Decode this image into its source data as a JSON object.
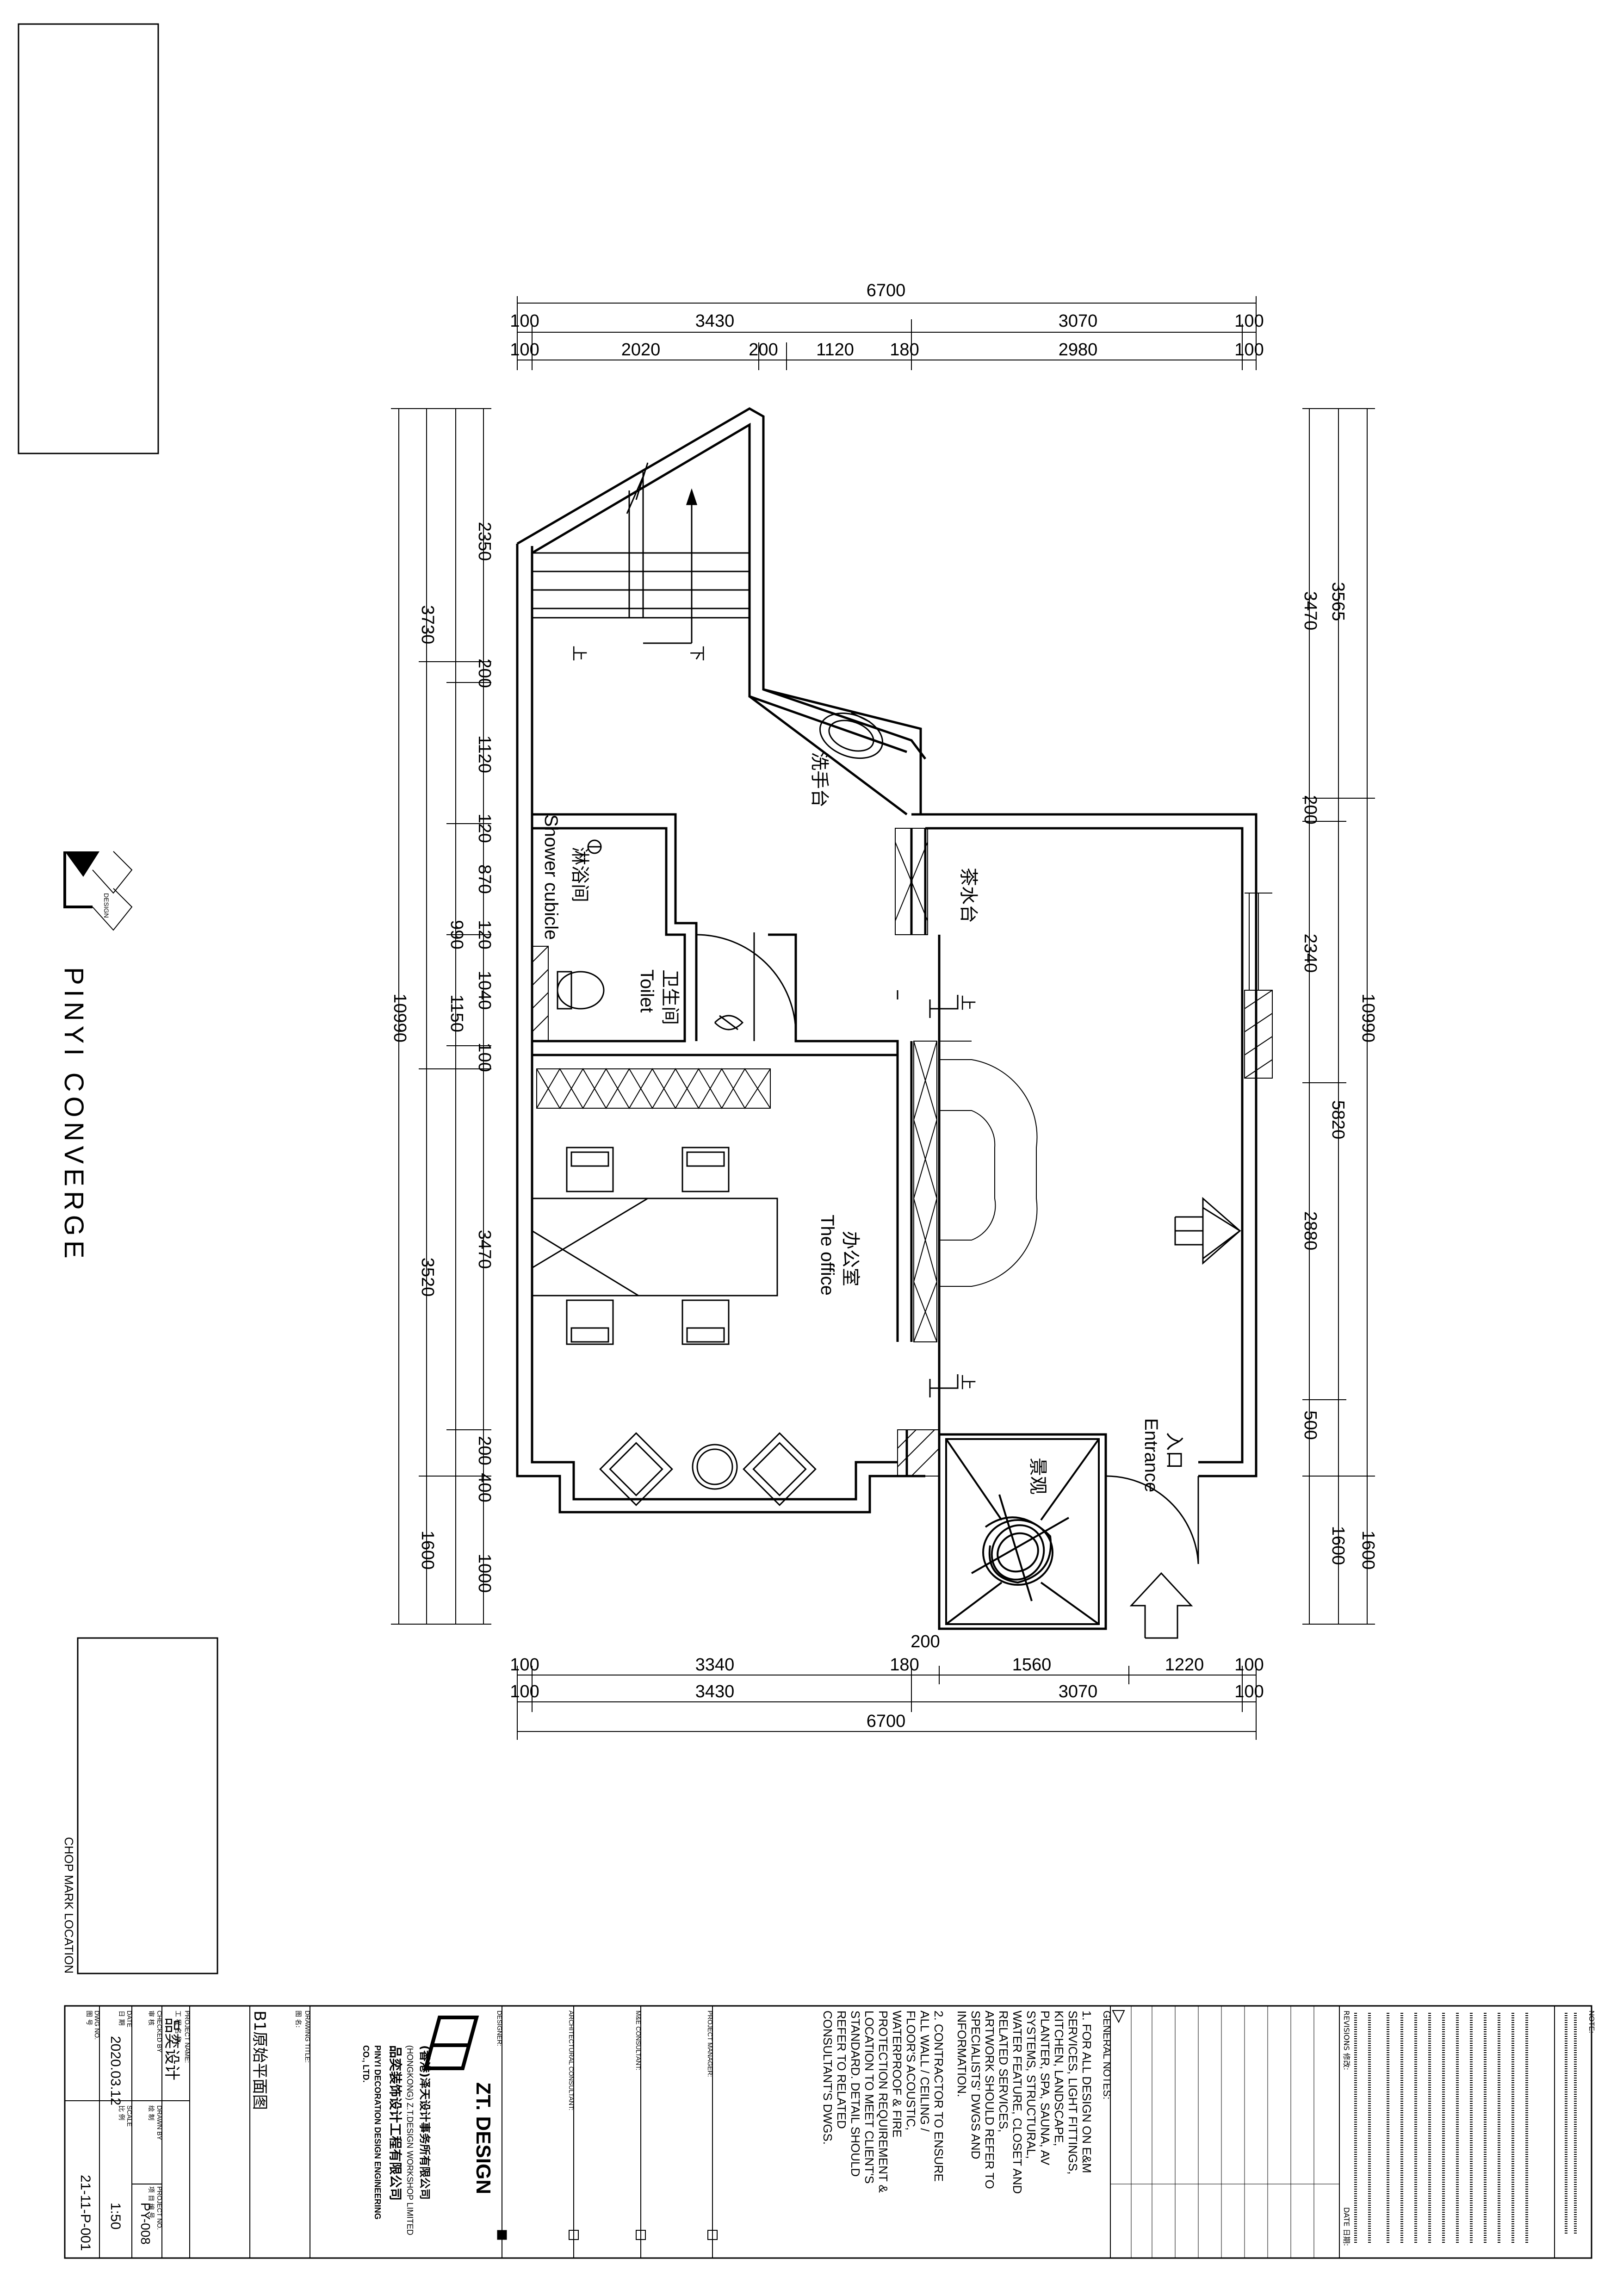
{
  "plan": {
    "dims_top": {
      "overall": "6700",
      "row1": [
        "100",
        "3430",
        "3070",
        "100"
      ],
      "row2": [
        "100",
        "2020",
        "200",
        "1120",
        "180",
        "2980",
        "100"
      ]
    },
    "dims_bottom": {
      "row1": [
        "100",
        "3340",
        "180",
        "1560",
        "1220",
        "100"
      ],
      "row2": [
        "100",
        "3430",
        "3070",
        "100"
      ],
      "overall": "6700",
      "small": "200"
    },
    "dims_left": {
      "outer": "10990",
      "mid": [
        "3730",
        "3520",
        "1600"
      ],
      "inner": [
        "2350",
        "200",
        "1120",
        "120",
        "870",
        "120",
        "1040",
        "100",
        "3470",
        "200",
        "400",
        "1000"
      ],
      "extra": [
        "990",
        "1150"
      ]
    },
    "dims_right": {
      "outer": "10990",
      "mid": [
        "3565",
        "5820",
        "1600"
      ],
      "inner": [
        "3470",
        "200",
        "2340",
        "2880",
        "500"
      ]
    },
    "rooms": {
      "wash": "洗手台",
      "shower_cn": "淋浴间",
      "shower_en": "Shower cubicle",
      "toilet_cn": "卫生间",
      "toilet_en": "Toilet",
      "tea": "茶水台",
      "office_cn": "办公室",
      "office_en": "The office",
      "entrance_cn": "入口",
      "entrance_en": "Entrance",
      "scenery": "景观",
      "up": "上",
      "down": "下"
    }
  },
  "brand": {
    "name": "PINYI CONVERGE",
    "sub": "DESIGN"
  },
  "chop": "CHOP MARK LOCATION",
  "titleblock": {
    "notes_heading": "NOTE:",
    "general_notes": "GENERAL NOTES:",
    "note1": [
      "1. FOR ALL DESIGN ON E&M",
      "SERVICES, LIGHT FITTINGS,",
      "KITCHEN, LANDSCAPE,",
      "PLANTER, SPA, SAUNA, AV",
      "SYSTEMS, STRUCTURAL,",
      "WATER FEATURE, CLOSET AND",
      "RELATED SERVICES,",
      "ARTWORK SHOULD REFER TO",
      "SPECIALISTS' DWGS AND",
      "INFORMATION."
    ],
    "note2": [
      "2. CONTRACTOR TO ENSURE",
      "ALL WALL / CEILING /",
      "FLOOR'S ACOUSTIC,",
      "WATERPROOF & FIRE",
      "PROTECTION REQUIREMENT &",
      "LOCATION TO MEET CLIENT'S",
      "STANDARD. DETAIL SHOULD",
      "REFER TO RELATED",
      "CONSULTANT'S DWGS."
    ],
    "revisions": "REVISIONS 修改:",
    "date": "DATE 日期:",
    "project_manager": "PROJECT MANAGER:",
    "mne": "M&E CONSULTANT:",
    "arch": "ARCHITECTURAL CONSULTANT:",
    "designer": "DESIGNER:",
    "company_logo": "ZT. DESIGN",
    "company_cn1": "(香港)泽天设计事务所有限公司",
    "company_en1": "(HONGKONG) Z.T.DESIGN WORKSHOP LIMITED",
    "company_cn2": "品奕装饰设计工程有限公司",
    "company_en2": "PINYI DECORATION DESIGN ENGINEERING",
    "company_en3": "CO., LTD.",
    "drawing_title_label": "DRAWING TITLE:",
    "drawing_title_cn": "图 名:",
    "drawing_title": "B1原始平面图",
    "project_name_label": "PROJECT NAME:",
    "project_name_cn": "工 程 名 称:",
    "project_name": "品奕设计",
    "date_label": "DATE",
    "date_cn": "日 期",
    "date_value": "2020.03.12",
    "checked_label": "CHECKED BY",
    "checked_cn": "审 核",
    "drawn_label": "DRAWN BY",
    "drawn_cn": "绘 制",
    "project_no_label": "PROJECT NO.",
    "project_no_cn": "项 目 编 号",
    "project_no": "PY-008",
    "scale_label": "SCALE",
    "scale_cn": "比 例",
    "scale_value": "1:50",
    "dwg_no_label": "DWG NO.",
    "dwg_no_cn": "图 号",
    "dwg_no": "21-11-P-001"
  }
}
